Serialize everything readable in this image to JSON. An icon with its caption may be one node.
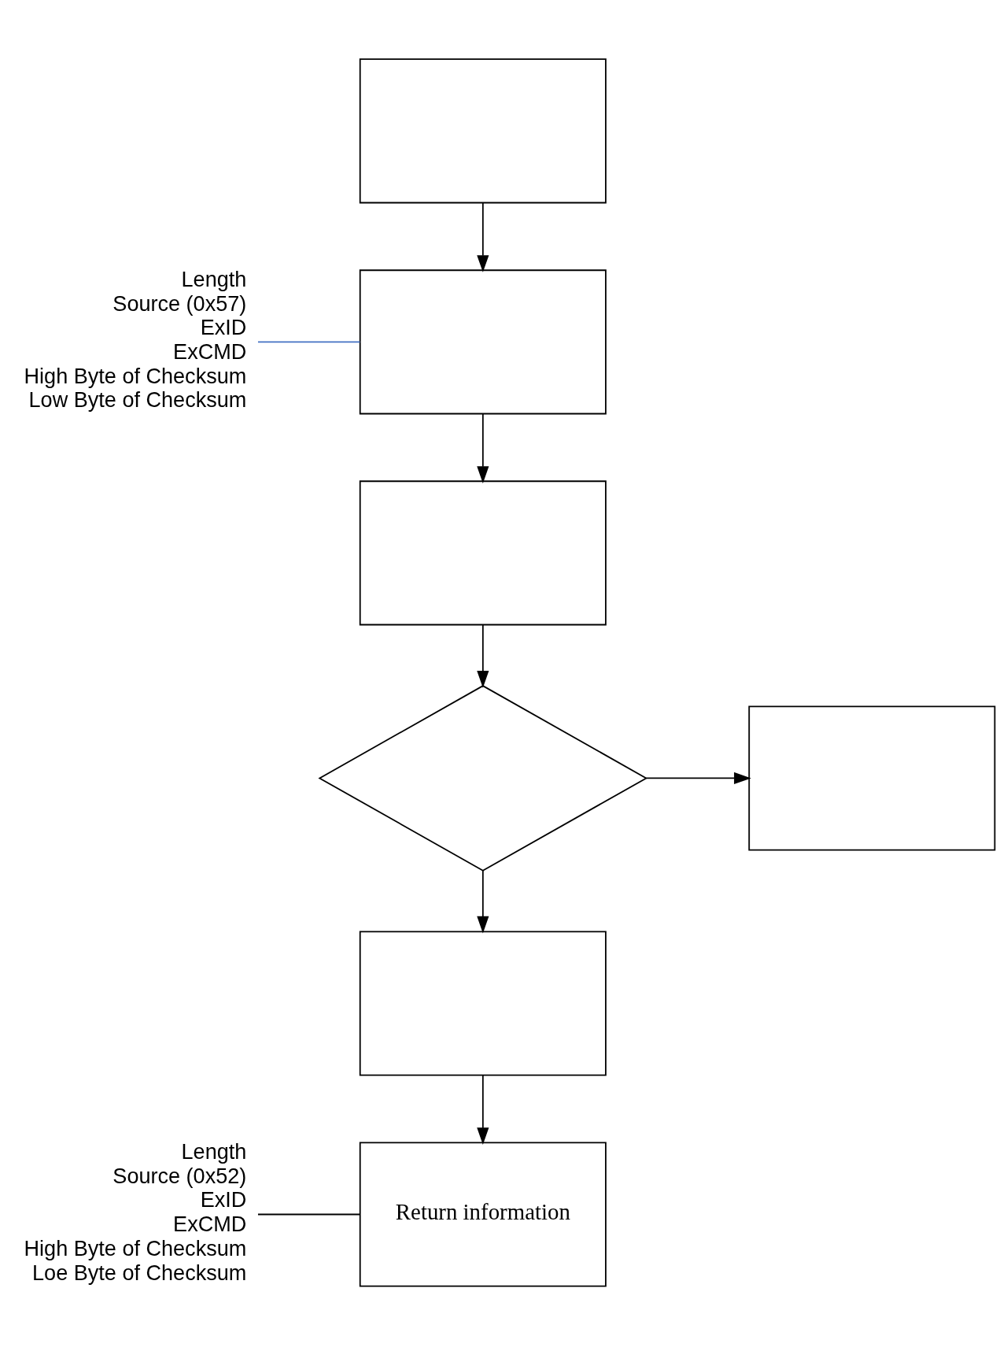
{
  "diagram": {
    "nodes": [
      {
        "text": [],
        "shape": "box"
      },
      {
        "text": [],
        "shape": "box"
      },
      {
        "text": [],
        "shape": "box"
      },
      {
        "text": [],
        "shape": "diamond"
      },
      {
        "text": [],
        "shape": "box"
      },
      {
        "text": [],
        "shape": "box"
      },
      {
        "text": [
          "Return information"
        ]
      },
      {
        "text": [
          "Length",
          "Source (0x57)",
          "ExID",
          "ExCMD",
          "High Byte of Checksum",
          "Low Byte of Checksum"
        ]
      },
      {
        "text": [
          "Length",
          "Source (0x52)",
          "ExID",
          "ExCMD",
          "High Byte of Checksum",
          "Loe Byte of Checksum"
        ]
      }
    ],
    "edges": [
      {
        "from": 0,
        "to": 1,
        "arrow": "to"
      },
      {
        "from": 1,
        "to": 2,
        "arrow": "to"
      },
      {
        "from": 2,
        "to": 3,
        "arrow": "to"
      },
      {
        "from": 3,
        "to": 4,
        "arrow": "to"
      },
      {
        "from": 3,
        "to": 5,
        "arrow": "to"
      },
      {
        "from": 5,
        "to": 6,
        "arrow": "to"
      },
      {
        "from": 7,
        "to": 1,
        "arrow": "none",
        "color": "#4472c4"
      },
      {
        "from": 8,
        "to": 6,
        "arrow": "none"
      }
    ]
  }
}
